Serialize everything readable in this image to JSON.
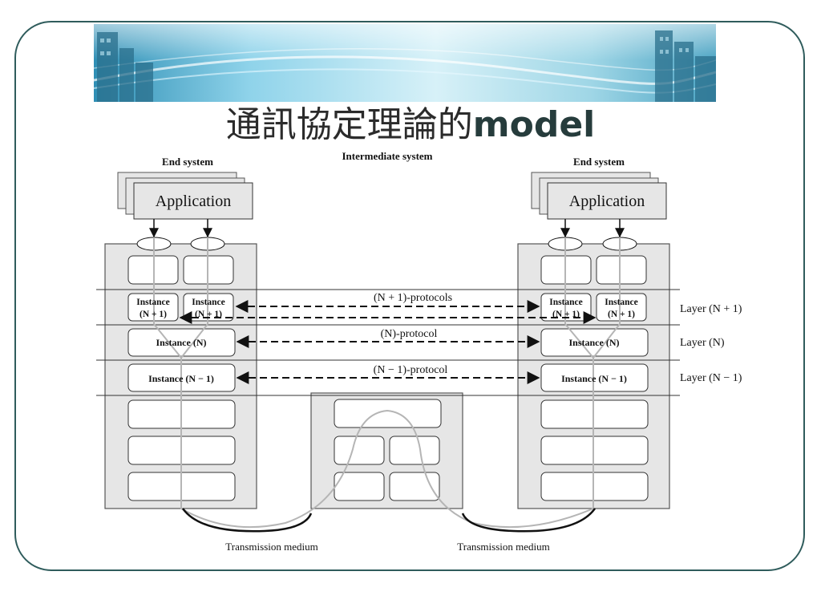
{
  "slide": {
    "title_cjk": "通訊協定理論的",
    "title_latin": "model"
  },
  "diagram": {
    "end_system_left": "End system",
    "intermediate_system": "Intermediate system",
    "end_system_right": "End system",
    "application_left": "Application",
    "application_right": "Application",
    "instance_n1_line1": "Instance",
    "instance_n1_line2": "(N + 1)",
    "instance_n": "Instance (N)",
    "instance_nm1": "Instance (N − 1)",
    "protocol_n1": "(N + 1)-protocols",
    "protocol_n": "(N)-protocol",
    "protocol_nm1": "(N − 1)-protocol",
    "layer_n1": "Layer (N + 1)",
    "layer_n": "Layer (N)",
    "layer_nm1": "Layer (N − 1)",
    "transmission_medium_left": "Transmission medium",
    "transmission_medium_right": "Transmission medium"
  },
  "colors": {
    "frame": "#2f5c5c",
    "banner": "#6ab7d6",
    "stack_fill": "#e6e6e6",
    "path": "#b5b5b5"
  }
}
